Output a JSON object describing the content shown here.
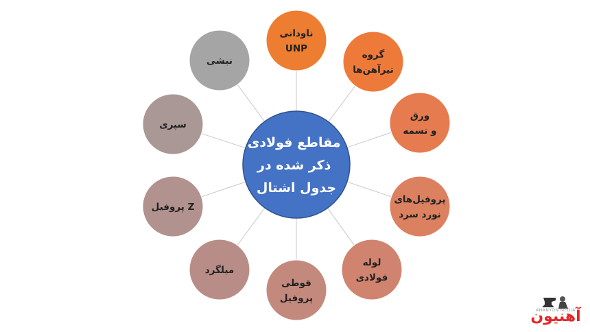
{
  "center": {
    "lines": [
      "مقاطع فولادی",
      "ذکر شده در",
      "جدول اشتال"
    ],
    "color": "#4472c4"
  },
  "nodes": [
    {
      "id": "unp",
      "lines": [
        "ناودانی",
        "UNP"
      ],
      "color": "#ed7d31"
    },
    {
      "id": "beam-group",
      "lines": [
        "گروه",
        "تیرآهن‌ها"
      ],
      "color": "#ee7a3a"
    },
    {
      "id": "sheet-strip",
      "lines": [
        "ورق",
        "و تسمه"
      ],
      "color": "#e57b4e"
    },
    {
      "id": "cold-roll-profiles",
      "lines": [
        "پروفیل‌های",
        "نورد سرد"
      ],
      "color": "#dc8160"
    },
    {
      "id": "steel-pipe",
      "lines": [
        "لوله",
        "فولادی"
      ],
      "color": "#d08470"
    },
    {
      "id": "box-profile",
      "lines": [
        "قوطی",
        "پروفیل"
      ],
      "color": "#c4897d"
    },
    {
      "id": "rebar",
      "lines": [
        "میلگرد"
      ],
      "color": "#b98d87"
    },
    {
      "id": "z-profile",
      "lines": [
        "پروفیل Z"
      ],
      "color": "#b1928e"
    },
    {
      "id": "spry",
      "lines": [
        "سپری"
      ],
      "color": "#aa9896"
    },
    {
      "id": "angle",
      "lines": [
        "نبشی"
      ],
      "color": "#a5a5a5"
    }
  ],
  "logo": {
    "text": "آهنیون",
    "sub": "AHANYON MEDIA"
  }
}
